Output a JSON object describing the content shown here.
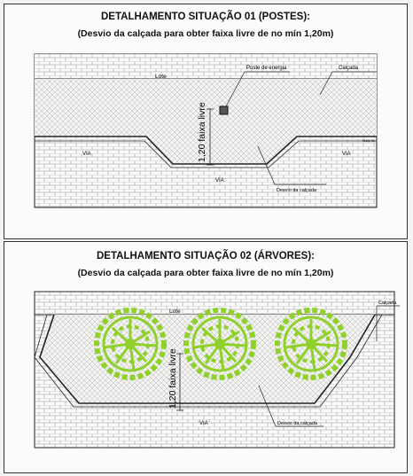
{
  "section1": {
    "title": "DETALHAMENTO SITUAÇÃO 01 (POSTES):",
    "subtitle": "(Desvio da calçada para obter faixa livre de no mín 1,20m)",
    "labels": {
      "lote": "Lote",
      "poste": "Poste de energia",
      "calcada": "Calçada",
      "faixa": "1,20 faixa livre",
      "via_left": "VIA",
      "via_right": "VIA",
      "via_bottom": "VIA",
      "desvio": "Desvio da calçada",
      "small_right": "Meio fio"
    }
  },
  "section2": {
    "title": "DETALHAMENTO SITUAÇÃO 02 (ÁRVORES):",
    "subtitle": "(Desvio da calçada para obter faixa livre de no mín 1,20m)",
    "labels": {
      "lote": "Lote",
      "calcada": "Calçada",
      "faixa": "1,20 faixa livre",
      "via": "VIA",
      "desvio": "Desvio da calçada"
    }
  },
  "colors": {
    "tree": "#8fd12a",
    "line": "#222222"
  }
}
